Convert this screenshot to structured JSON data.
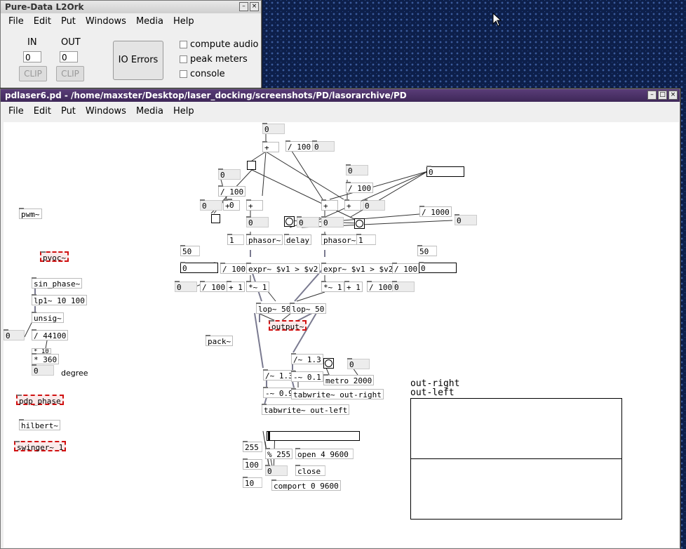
{
  "main_window": {
    "title": "Pure-Data L2Ork",
    "menu": [
      "File",
      "Edit",
      "Put",
      "Windows",
      "Media",
      "Help"
    ],
    "in_label": "IN",
    "out_label": "OUT",
    "in_value": "0",
    "out_value": "0",
    "clip_label": "CLIP",
    "io_errors_label": "IO Errors",
    "checkboxes": [
      "compute audio",
      "peak meters",
      "console"
    ]
  },
  "patch_window": {
    "title": "pdlaser6.pd  - /home/maxster/Desktop/laser_docking/screenshots/PD/lasorarchive/PD",
    "menu": [
      "File",
      "Edit",
      "Put",
      "Windows",
      "Media",
      "Help"
    ]
  },
  "patch": {
    "left_objects": {
      "pwm": "pwm~",
      "pvoc": "pvoc~",
      "sin_phase": "sin_phase~",
      "lp1": "lp1~ 10 100",
      "unsig": "unsig~",
      "div44100": "/ 44100",
      "star10": "* 10",
      "star360": "* 360",
      "degree_num": "0",
      "degree_label": "degree",
      "left_num": "0",
      "pdp_phase": "pdp_phase",
      "hilbert": "hilbert~",
      "swinger": "swinger~ 1",
      "pack": "pack~"
    },
    "top": {
      "n_top": "0",
      "plus_top": "+",
      "div100_top": "/ 100",
      "n_top2": "0",
      "n_l1": "0",
      "div100_l": "/ 100",
      "n_l2": "0",
      "plus_l": "+",
      "n_l3": "0",
      "n_r1": "0",
      "div100_r": "/ 100",
      "plus_r1": "+",
      "plus_r2": "+",
      "n_r2": "0",
      "n_right_top": "0",
      "div1000": "/ 1000",
      "n_r3": "0",
      "plus_mid": "+",
      "n_mid": "0",
      "n_mid2": "0",
      "n_mid3": "0"
    },
    "middle": {
      "msg1": "1",
      "phasor_l": "phasor~",
      "delay": "delay",
      "phasor_r": "phasor~",
      "msg1_r": "1",
      "n50_l": "50",
      "n50_r": "50",
      "n_l4": "0",
      "div100_l2": "/ 100",
      "expr_l": "expr~ $v1 > $v2",
      "expr_r": "expr~ $v1 > $v2",
      "div100_r2": "/ 100",
      "n_r4": "0",
      "n_l5": "0",
      "div100_l3": "/ 100",
      "plus1_l": "+ 1",
      "mul1_l": "*~ 1",
      "mul1_r": "*~ 1",
      "plus1_r": "+ 1",
      "div100_r3": "/ 100",
      "n_r5": "0",
      "lop_l": "lop~ 50",
      "lop_r": "lop~ 50",
      "output": "output~"
    },
    "lower": {
      "pow13_r": "/~ 1.3",
      "n_lower": "0",
      "pow13_l": "/~ 1.3",
      "minus01": "-~ 0.1",
      "metro": "metro 2000",
      "minus09": "-~ 0.9",
      "tabwrite_r": "tabwrite~ out-right",
      "tabwrite_l": "tabwrite~ out-left"
    },
    "serial": {
      "n255": "255",
      "mod255": "% 255",
      "open": "open 4 9600",
      "n100": "100",
      "n_s0": "0",
      "close": "close",
      "n10": "10",
      "comport": "comport 0 9600"
    },
    "arrays": {
      "right_label": "out-right",
      "left_label": "out-left"
    }
  }
}
